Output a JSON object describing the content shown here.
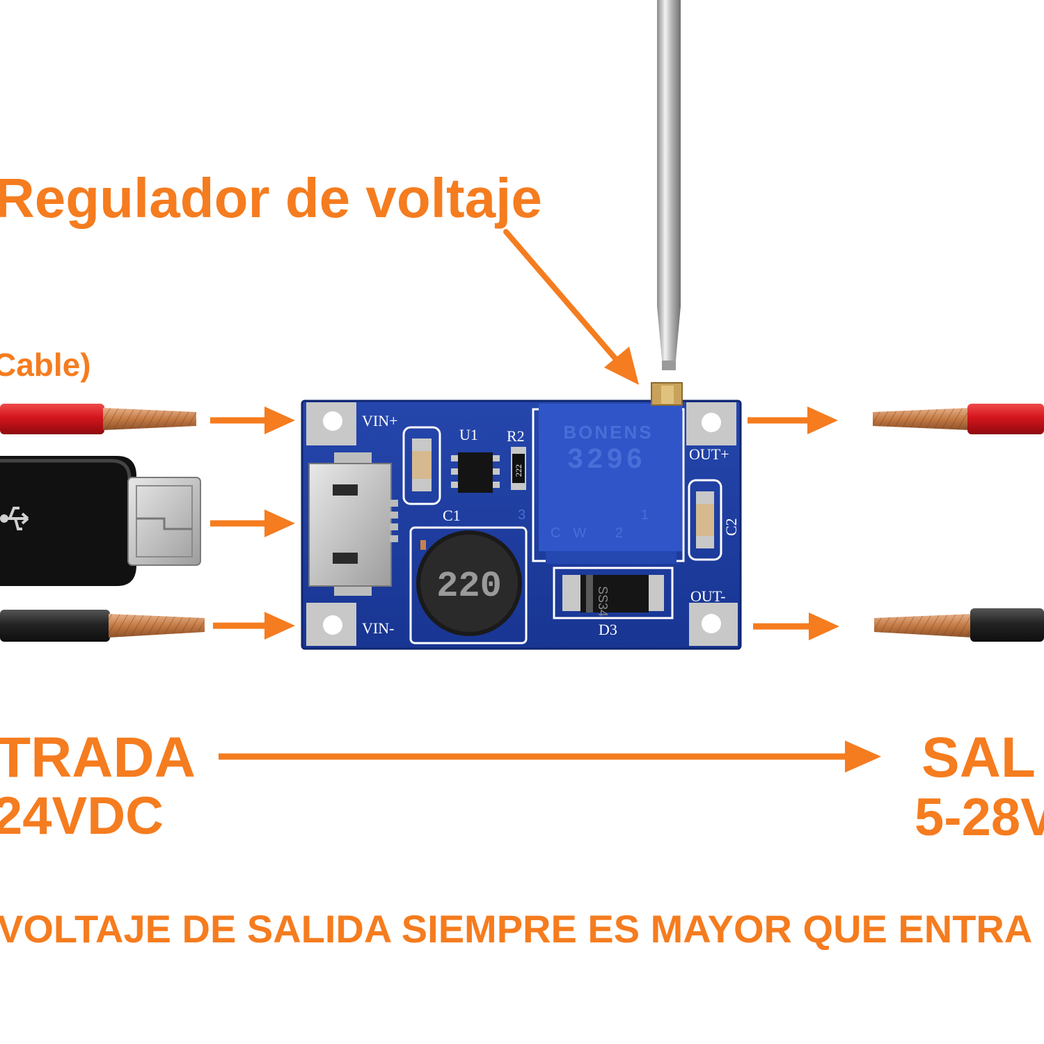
{
  "labels": {
    "regulator": "Regulador de voltaje",
    "cable": "Cable)",
    "input_title": "TRADA",
    "input_range": "24VDC",
    "output_title": "SAL",
    "output_range": "5-28V",
    "note": "VOLTAJE DE SALIDA SIEMPRE ES MAYOR QUE ENTRA"
  },
  "board": {
    "vin_plus": "VIN+",
    "vin_minus": "VIN-",
    "out_plus": "OUT+",
    "out_minus": "OUT-",
    "u1": "U1",
    "r2": "R2",
    "r2_value": "222",
    "c1": "C1",
    "c2": "C2",
    "d3": "D3",
    "diode_code": "SS34",
    "inductor_code": "220",
    "pot_brand": "BONENS",
    "pot_model": "3296",
    "pot_pin_marks": "3 1",
    "pot_cw": "CW 2"
  },
  "colors": {
    "accent": "#f57c1f",
    "pcb": "#1f3fa0",
    "pot": "#2f55c8",
    "red_wire": "#d8141c",
    "black_wire": "#222222",
    "copper": "#c9814a"
  }
}
